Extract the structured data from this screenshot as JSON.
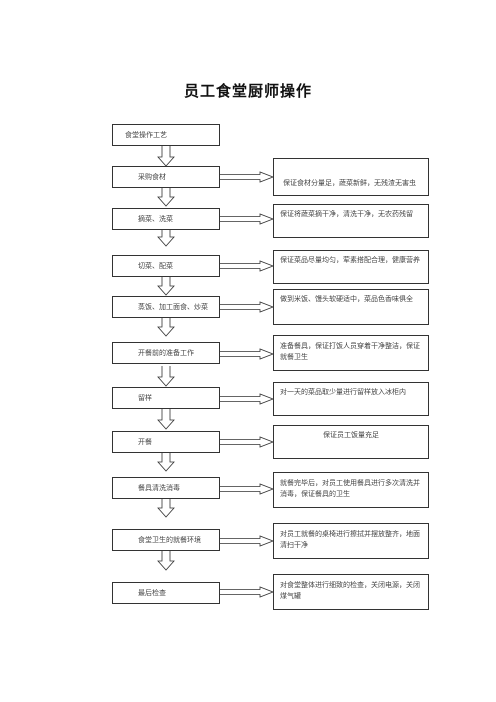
{
  "title": "员工食堂厨师操作",
  "steps": [
    "食堂操作工艺",
    "采购食材",
    "摘菜、洗菜",
    "切菜、配菜",
    "蒸饭、加工面食、炒菜",
    "开餐前的准备工作",
    "留样",
    "开餐",
    "餐具清洗消毒",
    "食堂卫生的就餐环境",
    "最后检查"
  ],
  "notes": [
    "保证食材分量足，蔬菜新鲜，无残渣无害虫",
    "保证将蔬菜摘干净，清洗干净，无农药残留",
    "保证菜品尽量均匀，荤素搭配合理，健康营养",
    "做到米饭、馒头软硬适中，菜品色香味俱全",
    "准备餐具，保证打饭人员穿着干净整洁，保证就餐卫生",
    "对一天的菜品取少量进行留样放入冰柜内",
    "保证员工饭量充足",
    "就餐完毕后，对员工使用餐具进行多次清洗并消毒，保证餐具的卫生",
    "对员工就餐的桌椅进行擦拭并摆放整齐，地面清扫干净",
    "对食堂整体进行细致的检查，关闭电源，关闭煤气罐"
  ]
}
